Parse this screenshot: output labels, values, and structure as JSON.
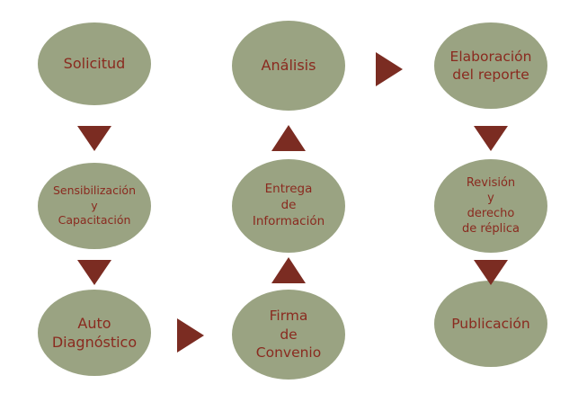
{
  "colors": {
    "node_fill": "#9aa382",
    "text": "#8a2a1f",
    "arrow": "#7b2c22",
    "background": "#ffffff"
  },
  "nodes": {
    "solicitud": {
      "lines": [
        "Solicitud"
      ]
    },
    "sensibilizacion": {
      "lines": [
        "Sensibilización",
        "y",
        "Capacitación"
      ]
    },
    "auto_diagnostico": {
      "lines": [
        "Auto",
        "Diagnóstico"
      ]
    },
    "analisis": {
      "lines": [
        "Análisis"
      ]
    },
    "entrega": {
      "lines": [
        "Entrega",
        "de",
        "Información"
      ]
    },
    "firma": {
      "lines": [
        "Firma",
        "de",
        "Convenio"
      ]
    },
    "elaboracion": {
      "lines": [
        "Elaboración",
        "del reporte"
      ]
    },
    "revision": {
      "lines": [
        "Revisión",
        "y",
        "derecho",
        "de réplica"
      ]
    },
    "publicacion": {
      "lines": [
        "Publicación"
      ]
    }
  },
  "arrows": [
    {
      "id": "solicitud-to-sensibilizacion",
      "direction": "down"
    },
    {
      "id": "sensibilizacion-to-auto-diagnostico",
      "direction": "down"
    },
    {
      "id": "auto-diagnostico-to-firma",
      "direction": "right"
    },
    {
      "id": "firma-to-entrega",
      "direction": "up"
    },
    {
      "id": "entrega-to-analisis",
      "direction": "up"
    },
    {
      "id": "analisis-to-elaboracion",
      "direction": "right"
    },
    {
      "id": "elaboracion-to-revision",
      "direction": "down"
    },
    {
      "id": "revision-to-publicacion",
      "direction": "down"
    }
  ]
}
